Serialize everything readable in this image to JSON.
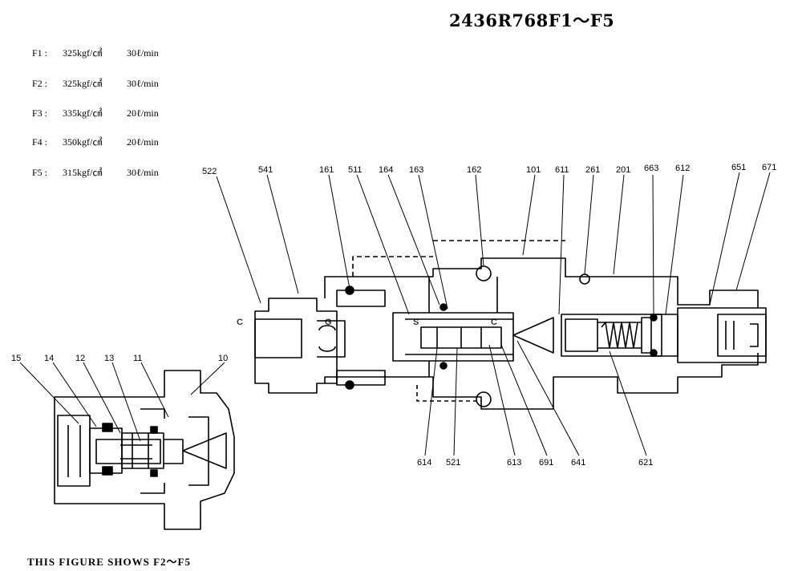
{
  "title": "2436R768F1～F5",
  "specs": [
    {
      "id": "F1 :",
      "pressure": "325kgf/㎠",
      "flow": "30ℓ/min"
    },
    {
      "id": "F2 :",
      "pressure": "325kgf/㎠",
      "flow": "30ℓ/min"
    },
    {
      "id": "F3 :",
      "pressure": "335kgf/㎠",
      "flow": "20ℓ/min"
    },
    {
      "id": "F4 :",
      "pressure": "350kgf/㎠",
      "flow": "20ℓ/min"
    },
    {
      "id": "F5 :",
      "pressure": "315kgf/㎠",
      "flow": "30ℓ/min"
    }
  ],
  "main_labels_top": [
    "522",
    "541",
    "161",
    "511",
    "164",
    "163",
    "162",
    "101",
    "611",
    "261",
    "201",
    "663",
    "612",
    "651",
    "671"
  ],
  "main_labels_bottom": [
    "614",
    "521",
    "613",
    "691",
    "641",
    "621"
  ],
  "small_labels": [
    "15",
    "14",
    "12",
    "13",
    "11",
    "10"
  ],
  "watermark": "CGSC",
  "watermark_colors": [
    "#4a86f0",
    "#ee5a4a",
    "#f6cf3c",
    "#2fa46c"
  ],
  "caption": "THIS FIGURE SHOWS F2～F5"
}
